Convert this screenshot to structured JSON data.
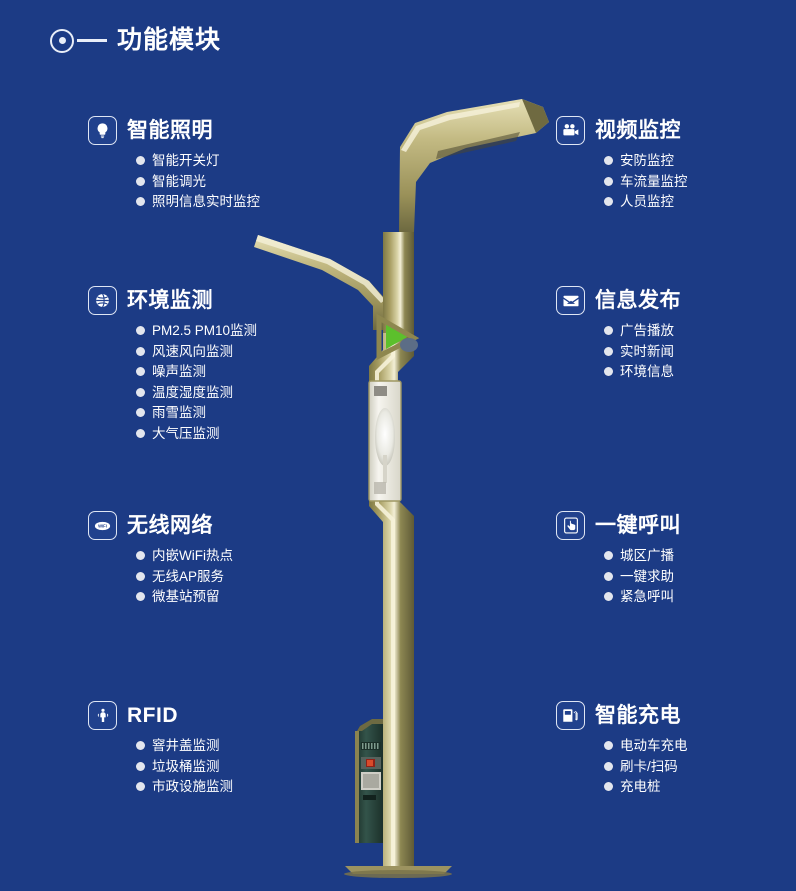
{
  "page": {
    "title": "功能模块",
    "title_icon": "target-ring-icon",
    "background_color": "#1c3b85",
    "text_color": "#ffffff"
  },
  "modules": {
    "left": [
      {
        "id": "smart-lighting",
        "icon": "lightbulb-icon",
        "title": "智能照明",
        "items": [
          "智能开关灯",
          "智能调光",
          "照明信息实时监控"
        ]
      },
      {
        "id": "environment-monitoring",
        "icon": "globe-icon",
        "title": "环境监测",
        "items": [
          "PM2.5 PM10监测",
          "风速风向监测",
          "噪声监测",
          "温度湿度监测",
          "雨雪监测",
          "大气压监测"
        ]
      },
      {
        "id": "wireless-network",
        "icon": "wifi-icon",
        "title": "无线网络",
        "items": [
          "内嵌WiFi热点",
          "无线AP服务",
          "微基站预留"
        ]
      },
      {
        "id": "rfid",
        "icon": "person-rfid-icon",
        "title": "RFID",
        "items": [
          "窨井盖监测",
          "垃圾桶监测",
          "市政设施监测"
        ]
      }
    ],
    "right": [
      {
        "id": "video-surveillance",
        "icon": "video-camera-icon",
        "title": "视频监控",
        "items": [
          "安防监控",
          "车流量监控",
          "人员监控"
        ]
      },
      {
        "id": "information-release",
        "icon": "envelope-icon",
        "title": "信息发布",
        "items": [
          "广告播放",
          "实时新闻",
          "环境信息"
        ]
      },
      {
        "id": "one-key-call",
        "icon": "touch-hand-icon",
        "title": "一键呼叫",
        "items": [
          "城区广播",
          "一键求助",
          "紧急呼叫"
        ]
      },
      {
        "id": "smart-charging",
        "icon": "charging-pump-icon",
        "title": "智能充电",
        "items": [
          "电动车充电",
          "刷卡/扫码",
          "充电桩"
        ]
      }
    ]
  },
  "illustration": {
    "name": "smart-street-lamp-pole",
    "pole_color": "#a39a63",
    "pole_highlight": "#efeacb",
    "accent_green": "#5cc02c",
    "kiosk_color": "#2d4a42",
    "panel_color": "#f2f2ee"
  }
}
